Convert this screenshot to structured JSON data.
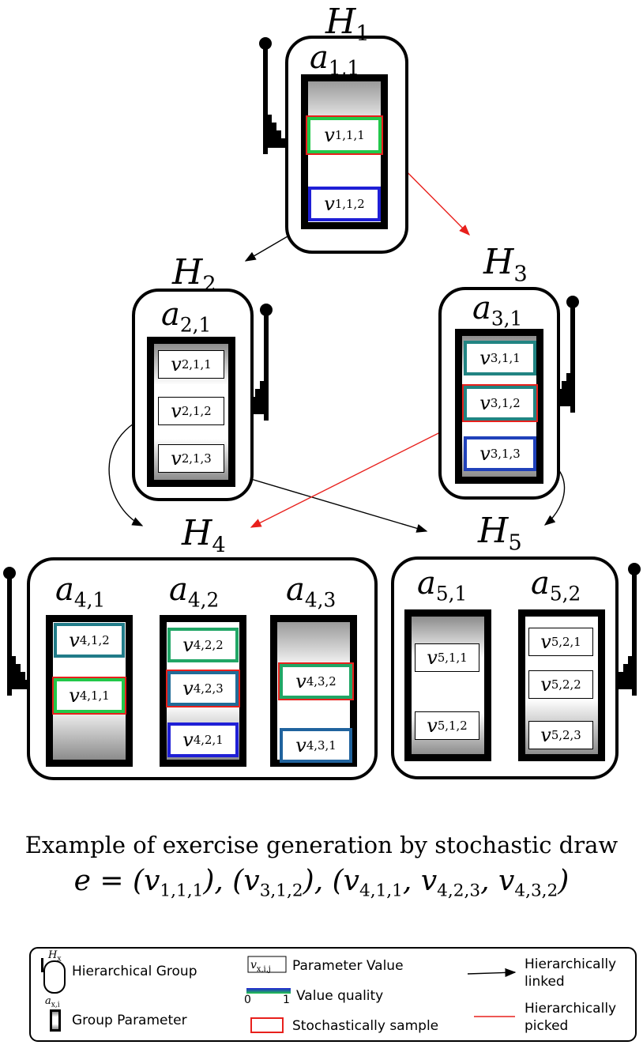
{
  "colors": {
    "black_arrow": "#000000",
    "red_arrow": "#e8201c",
    "sample_border": "#e8201c",
    "quality_low": "#1f1fd6",
    "quality_high": "#22c84a"
  },
  "groups": [
    {
      "id": "H1",
      "label": "H",
      "sub": "1",
      "params": [
        {
          "label": "a",
          "sub": "1,1",
          "values": [
            {
              "label": "v",
              "sub": "1,1,1",
              "quality": 1.0,
              "sampled": true
            },
            {
              "label": "v",
              "sub": "1,1,2",
              "quality": 0.0,
              "sampled": false
            }
          ]
        }
      ]
    },
    {
      "id": "H2",
      "label": "H",
      "sub": "2",
      "params": [
        {
          "label": "a",
          "sub": "2,1",
          "values": [
            {
              "label": "v",
              "sub": "2,1,1",
              "quality": null,
              "sampled": false
            },
            {
              "label": "v",
              "sub": "2,1,2",
              "quality": null,
              "sampled": false
            },
            {
              "label": "v",
              "sub": "2,1,3",
              "quality": null,
              "sampled": false
            }
          ]
        }
      ]
    },
    {
      "id": "H3",
      "label": "H",
      "sub": "3",
      "params": [
        {
          "label": "a",
          "sub": "3,1",
          "values": [
            {
              "label": "v",
              "sub": "3,1,1",
              "quality": 0.6,
              "sampled": false
            },
            {
              "label": "v",
              "sub": "3,1,2",
              "quality": 0.6,
              "sampled": true
            },
            {
              "label": "v",
              "sub": "3,1,3",
              "quality": 0.2,
              "sampled": false
            }
          ]
        }
      ]
    },
    {
      "id": "H4",
      "label": "H",
      "sub": "4",
      "params": [
        {
          "label": "a",
          "sub": "4,1",
          "values": [
            {
              "label": "v",
              "sub": "4,1,2",
              "quality": 0.55,
              "sampled": false
            },
            {
              "label": "v",
              "sub": "4,1,1",
              "quality": 1.0,
              "sampled": true
            }
          ]
        },
        {
          "label": "a",
          "sub": "4,2",
          "values": [
            {
              "label": "v",
              "sub": "4,2,2",
              "quality": 0.8,
              "sampled": false
            },
            {
              "label": "v",
              "sub": "4,2,3",
              "quality": 0.45,
              "sampled": true
            },
            {
              "label": "v",
              "sub": "4,2,1",
              "quality": 0.0,
              "sampled": false
            }
          ]
        },
        {
          "label": "a",
          "sub": "4,3",
          "values": [
            {
              "label": "v",
              "sub": "4,3,2",
              "quality": 0.8,
              "sampled": true
            },
            {
              "label": "v",
              "sub": "4,3,1",
              "quality": 0.4,
              "sampled": false
            }
          ]
        }
      ]
    },
    {
      "id": "H5",
      "label": "H",
      "sub": "5",
      "params": [
        {
          "label": "a",
          "sub": "5,1",
          "values": [
            {
              "label": "v",
              "sub": "5,1,1",
              "quality": null,
              "sampled": false
            },
            {
              "label": "v",
              "sub": "5,1,2",
              "quality": null,
              "sampled": false
            }
          ]
        },
        {
          "label": "a",
          "sub": "5,2",
          "values": [
            {
              "label": "v",
              "sub": "5,2,1",
              "quality": null,
              "sampled": false
            },
            {
              "label": "v",
              "sub": "5,2,2",
              "quality": null,
              "sampled": false
            },
            {
              "label": "v",
              "sub": "5,2,3",
              "quality": null,
              "sampled": false
            }
          ]
        }
      ]
    }
  ],
  "links": [
    {
      "from": "v1,1,2",
      "to": "H2",
      "type": "hierarchically-linked"
    },
    {
      "from": "v1,1,1",
      "to": "H3",
      "type": "hierarchically-picked"
    },
    {
      "from": "v2,1,2",
      "to": "H4",
      "type": "hierarchically-linked"
    },
    {
      "from": "v2,1,3",
      "to": "H5",
      "type": "hierarchically-linked"
    },
    {
      "from": "v3,1,2",
      "to": "H4",
      "type": "hierarchically-picked"
    },
    {
      "from": "v3,1,3",
      "to": "H5",
      "type": "hierarchically-linked"
    }
  ],
  "caption": {
    "title": "Example of exercise generation by stochastic draw",
    "formula_lhs": "e",
    "formula_groups": [
      [
        "1,1,1"
      ],
      [
        "3,1,2"
      ],
      [
        "4,1,1",
        "4,2,3",
        "4,3,2"
      ]
    ]
  },
  "legend": {
    "hierarchical_group": "Hierarchical Group",
    "group_icon_label": "H",
    "group_icon_sub": "x",
    "group_parameter": "Group Parameter",
    "param_icon_label": "a",
    "param_icon_sub": "x,i",
    "parameter_value": "Parameter  Value",
    "value_icon_label": "v",
    "value_icon_sub": "x,i,j",
    "value_quality": "Value quality",
    "quality_min": "0",
    "quality_max": "1",
    "stochastic_sample": "Stochastically sample",
    "linked_line1": "Hierarchically",
    "linked_line2": "linked",
    "picked_line1": "Hierarchically",
    "picked_line2": "picked"
  }
}
